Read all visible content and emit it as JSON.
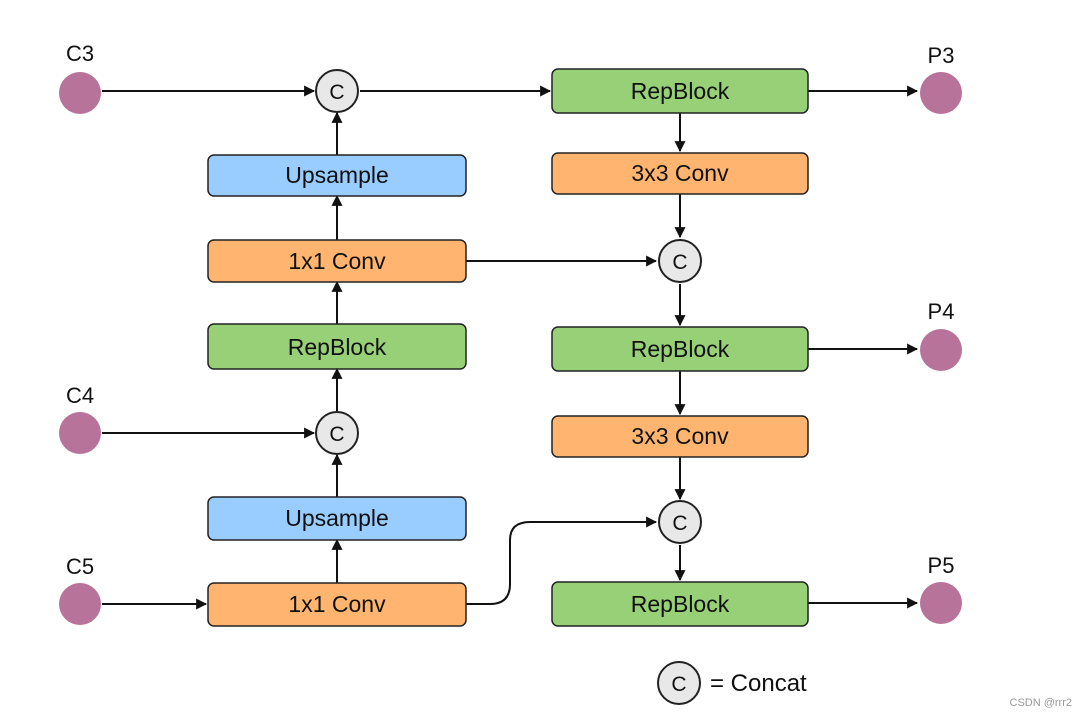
{
  "colors": {
    "io_node": "#b77399",
    "repblock": "#97d077",
    "conv": "#ffb570",
    "upsample": "#99ccff",
    "concat": "#e8e8e8",
    "border": "#222222"
  },
  "inputs": {
    "c3": "C3",
    "c4": "C4",
    "c5": "C5"
  },
  "outputs": {
    "p3": "P3",
    "p4": "P4",
    "p5": "P5"
  },
  "blocks": {
    "left_upsample_top": "Upsample",
    "left_conv1x1_top": "1x1 Conv",
    "left_repblock": "RepBlock",
    "left_upsample_bottom": "Upsample",
    "left_conv1x1_bottom": "1x1 Conv",
    "right_repblock_top": "RepBlock",
    "right_conv3x3_top": "3x3 Conv",
    "right_repblock_mid": "RepBlock",
    "right_conv3x3_mid": "3x3 Conv",
    "right_repblock_bottom": "RepBlock"
  },
  "concat_symbol": "C",
  "legend": {
    "symbol": "C",
    "text": "= Concat"
  },
  "watermark": "CSDN @rrr2"
}
